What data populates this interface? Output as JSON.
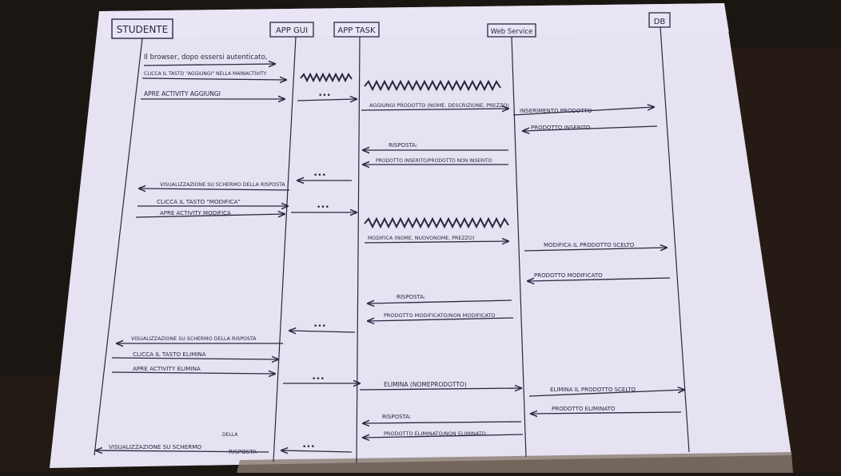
{
  "diagram": {
    "participants": [
      "STUDENTE",
      "APP GUI",
      "APP TASK",
      "Web Service",
      "DB"
    ],
    "ellipsis": "•••",
    "messages": {
      "m1": "Il browser, dopo essersi autenticato,",
      "m2": "CLICCA IL TASTO \"AGGIUNGI\" NELLA MAINACTIVITY",
      "m3": "APRE ACTIVITY AGGIUNGI",
      "m4": "AGGIUNGI PRODOTTO (NOME, DESCRIZIONE, PREZZO)",
      "m5": "INSERIMENTO PRODOTTO",
      "m6": "PRODOTTO INSERITO",
      "m7": "RISPOSTA:",
      "m8": "PRODOTTO INSERITO/PRODOTTO NON INSERITO",
      "m9": "VISUALIZZAZIONE SU SCHERMO DELLA RISPOSTA",
      "m10": "CLICCA IL TASTO \"MODIFICA\"",
      "m11": "APRE ACTIVITY MODIFICA",
      "m12": "MODIFICA (NOME, NUOVONOME, PREZZO)",
      "m13": "MODIFICA IL PRODOTTO SCELTO",
      "m14": "PRODOTTO MODIFICATO",
      "m15": "RISPOSTA:",
      "m16": "PRODOTTO MODIFICATO/NON MODIFICATO",
      "m17": "VISUALIZZAZIONE SU SCHERMO DELLA RISPOSTA",
      "m18": "CLICCA IL TASTO ELIMINA",
      "m19": "APRE ACTIVITY ELIMINA",
      "m20": "ELIMINA (NOMEPRODOTTO)",
      "m21": "ELIMINA IL PRODOTTO SCELTO",
      "m22": "PRODOTTO ELIMINATO",
      "m23": "RISPOSTA:",
      "m24": "PRODOTTO ELIMINATO/NON ELIMINATO",
      "m25": "VISUALIZZAZIONE SU SCHERMO",
      "m25b": "DELLA",
      "m25c": "RISPOSTA"
    }
  }
}
